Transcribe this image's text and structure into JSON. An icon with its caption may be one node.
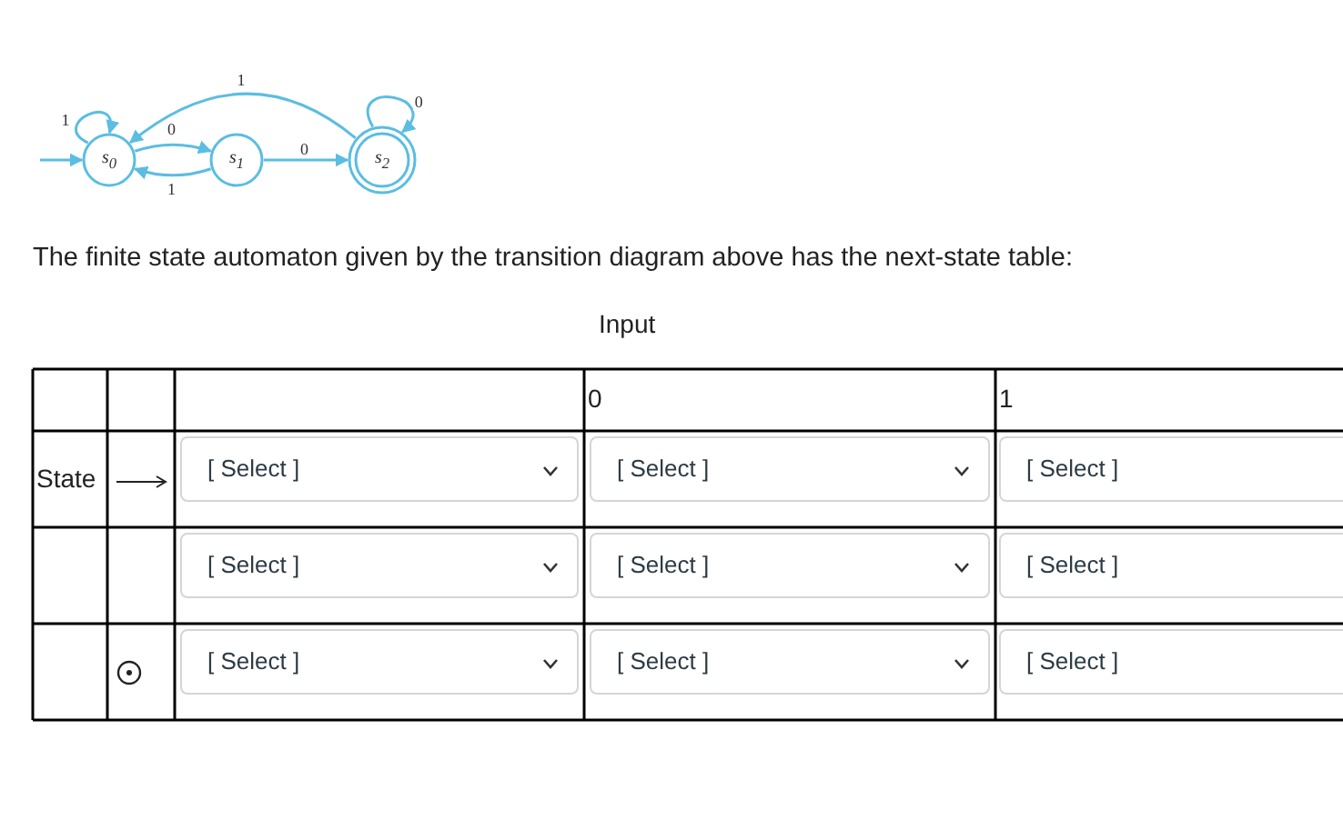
{
  "diagram": {
    "nodes": [
      {
        "text": [
          "s$_{0}$"
        ]
      },
      {
        "text": [
          "s$_{1}$"
        ]
      },
      {
        "text": [
          "s$_{2}$"
        ]
      }
    ],
    "edges": [
      {
        "from": null,
        "to": 0,
        "arrow": "to"
      },
      {
        "from": 0,
        "to": 0,
        "arrow": "to",
        "label": "1"
      },
      {
        "from": 0,
        "to": 1,
        "arrow": "to",
        "label": "0"
      },
      {
        "from": 1,
        "to": 0,
        "arrow": "to",
        "label": "1"
      },
      {
        "from": 1,
        "to": 2,
        "arrow": "to",
        "label": "0"
      },
      {
        "from": 2,
        "to": 2,
        "arrow": "to",
        "label": "0"
      },
      {
        "from": 2,
        "to": 0,
        "arrow": "to",
        "label": "1"
      }
    ],
    "labels": [
      "The finite state automaton given by the transition diagram above has the next-state table:",
      "Input",
      "0",
      "1",
      "State",
      "[ Select ]",
      "[ Select ]",
      "[ Select ]",
      "[ Select ]",
      "[ Select ]",
      "[ Select ]",
      "[ Select ]",
      "[ Select ]",
      "[ Select ]"
    ]
  }
}
